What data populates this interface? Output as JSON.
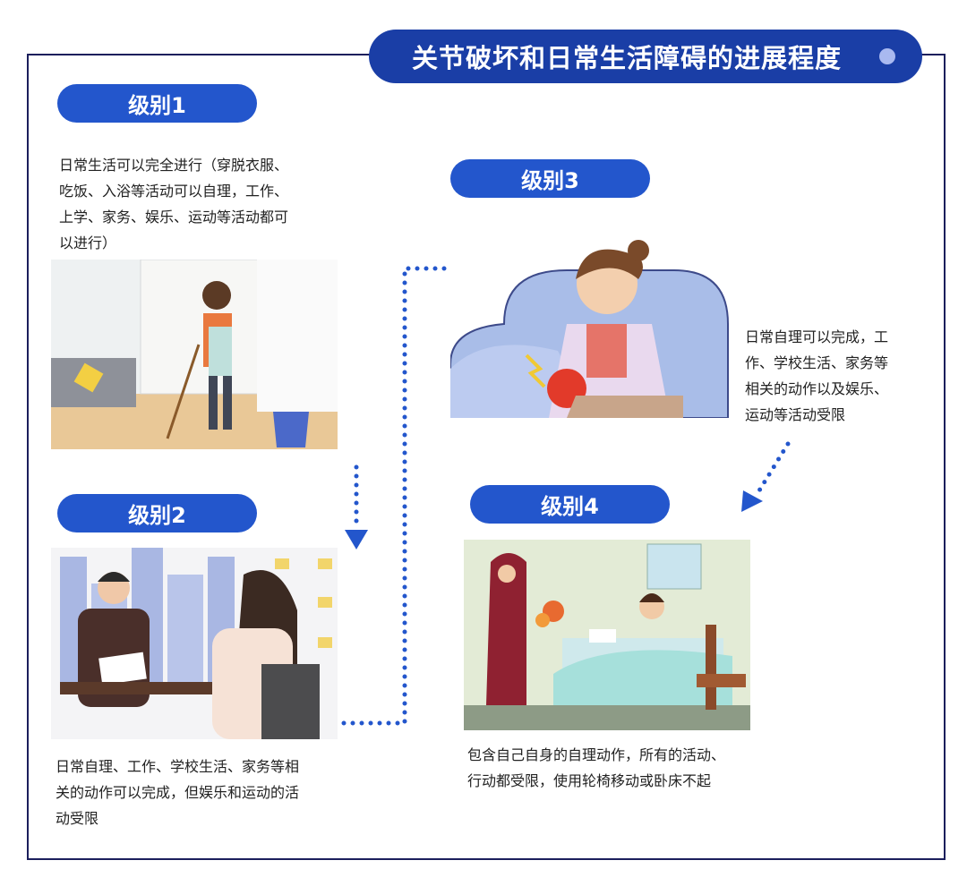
{
  "title": "关节破坏和日常生活障碍的进展程度",
  "levels": [
    {
      "label": "级别1",
      "lines": [
        "日常生活可以完全进行（穿脱衣服、",
        "吃饭、入浴等活动可以自理，工作、",
        "上学、家务、娱乐、运动等活动都可",
        "以进行）"
      ]
    },
    {
      "label": "级别2",
      "lines": [
        "日常自理、工作、学校生活、家务等相",
        "关的动作可以完成，但娱乐和运动的活",
        "动受限"
      ]
    },
    {
      "label": "级别3",
      "lines": [
        "日常自理可以完成，工",
        "作、学校生活、家务等",
        "相关的动作以及娱乐、",
        "运动等活动受限"
      ]
    },
    {
      "label": "级别4",
      "lines": [
        "包含自己自身的自理动作，所有的活动、",
        "行动都受限，使用轮椅移动或卧床不起"
      ]
    }
  ],
  "colors": {
    "title_bg": "#1a3ea6",
    "badge": "#2356cc",
    "frame": "#1b1f5c",
    "arrow": "#2356cc"
  }
}
